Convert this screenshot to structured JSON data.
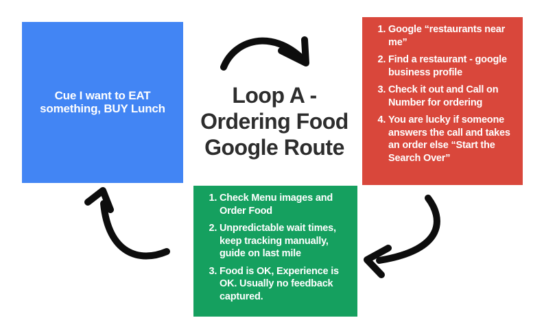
{
  "title": {
    "text": "Loop A -\nOrdering Food\nGoogle Route",
    "color": "#2d2d2d"
  },
  "cue_box": {
    "text": "Cue I want to EAT\nsomething, BUY Lunch",
    "background_color": "#4285F4",
    "text_color": "#ffffff"
  },
  "google_route_box": {
    "background_color": "#D9473B",
    "text_color": "#ffffff",
    "items": [
      "Google “restaurants near me”",
      "Find a restaurant - google business profile",
      "Check it out and Call on Number for ordering",
      "You are lucky if someone answers the call and takes an order else “Start the Search Over”"
    ]
  },
  "order_outcome_box": {
    "background_color": "#15A05F",
    "text_color": "#ffffff",
    "items": [
      "Check Menu images and Order Food",
      "Unpredictable wait times, keep tracking manually, guide on last mile",
      "Food is OK, Experience is OK. Usually no feedback captured."
    ]
  },
  "arrows": {
    "color": "#0d0d0d",
    "top": "curved-arrow-right-icon",
    "right": "curved-arrow-down-left-icon",
    "left": "curved-arrow-up-icon"
  }
}
